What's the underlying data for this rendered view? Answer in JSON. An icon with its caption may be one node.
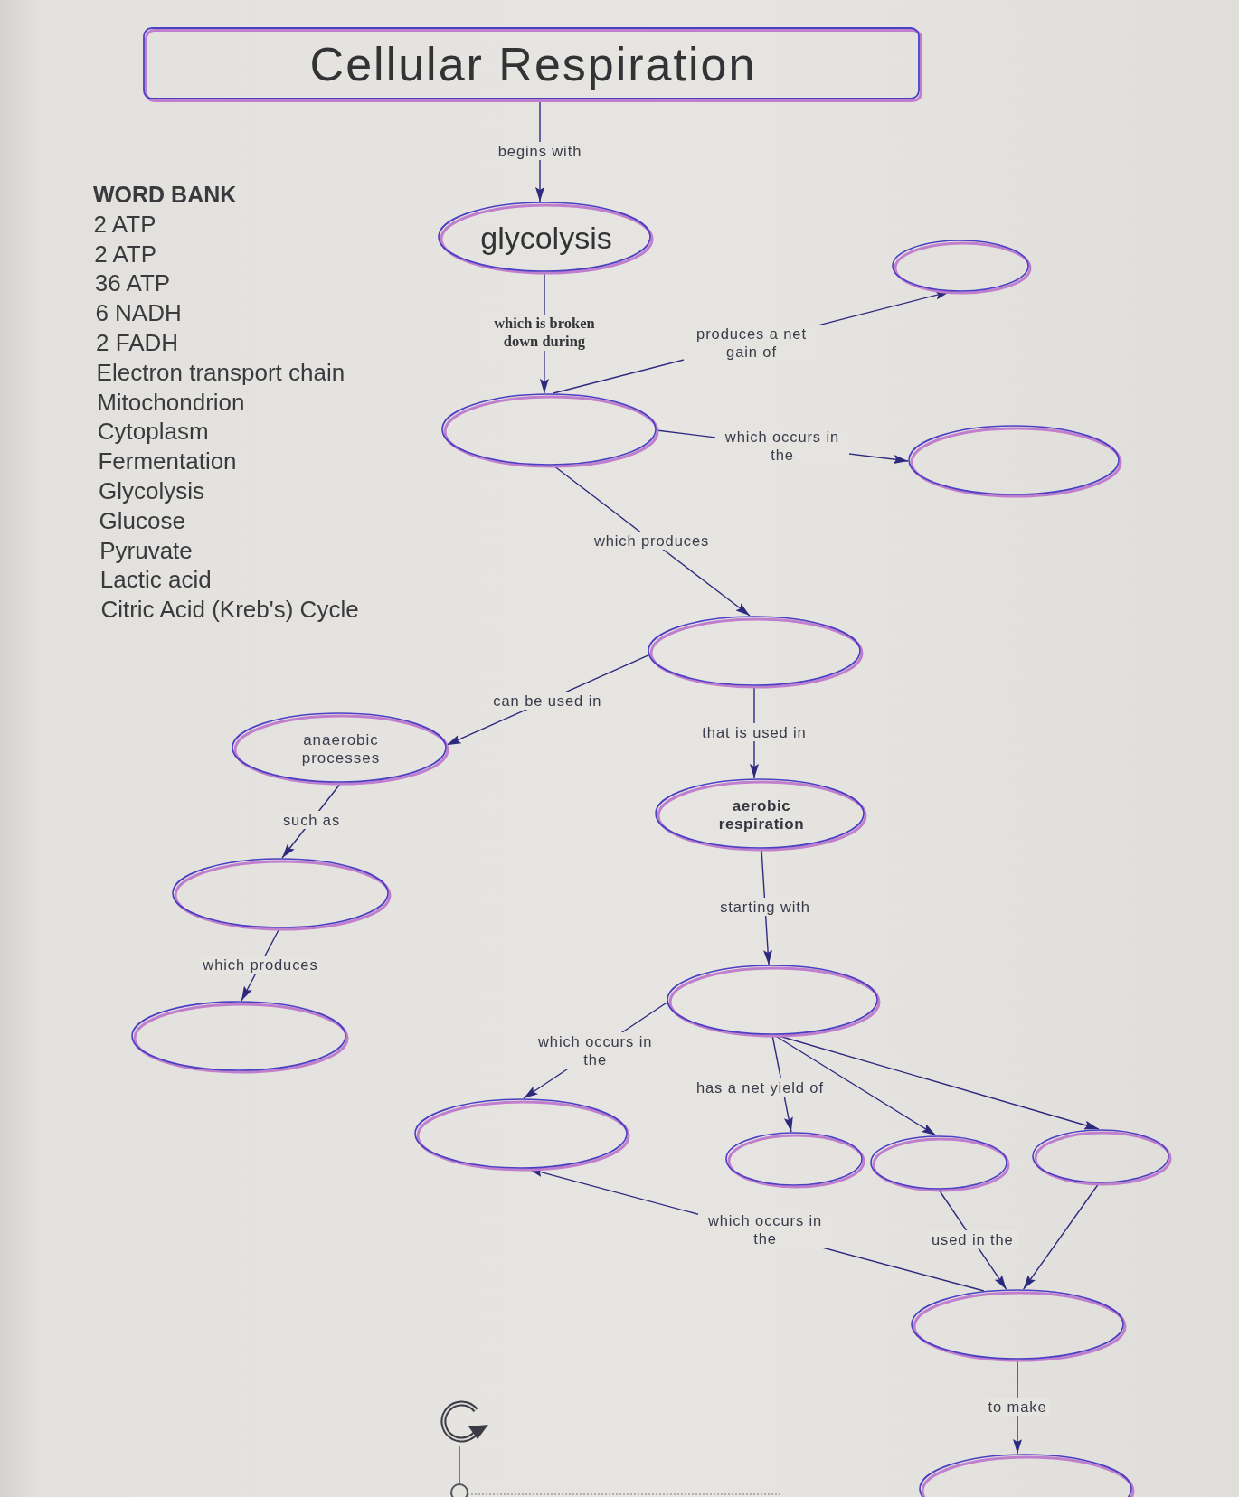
{
  "diagram": {
    "nodes": [
      {
        "text": [
          "Cellular Respiration"
        ]
      },
      {
        "text": [
          "glycolysis"
        ]
      },
      {
        "text": [],
        "shape": "ellipse"
      },
      {
        "text": [],
        "shape": "ellipse"
      },
      {
        "text": [],
        "shape": "ellipse"
      },
      {
        "text": [],
        "shape": "ellipse"
      },
      {
        "text": [
          "anaerobic processes"
        ]
      },
      {
        "text": [
          "aerobic respiration"
        ]
      },
      {
        "text": [],
        "shape": "ellipse"
      },
      {
        "text": [],
        "shape": "ellipse"
      },
      {
        "text": [],
        "shape": "ellipse"
      },
      {
        "text": [],
        "shape": "ellipse"
      },
      {
        "text": [],
        "shape": "ellipse"
      },
      {
        "text": [],
        "shape": "ellipse"
      },
      {
        "text": [],
        "shape": "ellipse"
      },
      {
        "text": [],
        "shape": "ellipse"
      },
      {
        "text": [],
        "shape": "ellipse"
      }
    ],
    "edges": [
      {
        "from": 0,
        "to": 1,
        "arrow": "to",
        "label": "begins with"
      },
      {
        "from": 1,
        "to": 3,
        "arrow": "to",
        "label": "which is broken down during"
      },
      {
        "from": 3,
        "to": 2,
        "arrow": "to",
        "label": "produces a net gain of"
      },
      {
        "from": 3,
        "to": 4,
        "arrow": "to",
        "label": "which occurs in the"
      },
      {
        "from": 3,
        "to": 5,
        "arrow": "to",
        "label": "which produces"
      },
      {
        "from": 5,
        "to": 6,
        "arrow": "to",
        "label": "can be used in"
      },
      {
        "from": 5,
        "to": 7,
        "arrow": "to",
        "label": "that is used in"
      },
      {
        "from": 6,
        "to": 8,
        "arrow": "to",
        "label": "such as"
      },
      {
        "from": 7,
        "to": 9,
        "arrow": "to",
        "label": "starting with"
      },
      {
        "from": 8,
        "to": 10,
        "arrow": "to",
        "label": "which produces"
      },
      {
        "from": 9,
        "to": 11,
        "arrow": "to",
        "label": "which occurs in the"
      },
      {
        "from": 9,
        "to": 12,
        "arrow": "to",
        "label": "has a net yield of"
      },
      {
        "from": 9,
        "to": 13,
        "arrow": "to"
      },
      {
        "from": 9,
        "to": 14,
        "arrow": "to"
      },
      {
        "from": 15,
        "to": 11,
        "arrow": "to",
        "label": "which occurs in the"
      },
      {
        "from": 13,
        "to": 15,
        "arrow": "to",
        "label": "used in the"
      },
      {
        "from": 14,
        "to": 15,
        "arrow": "to"
      },
      {
        "from": 15,
        "to": 16,
        "arrow": "to",
        "label": "to make"
      }
    ],
    "labels": [
      "WORD BANK",
      "2 ATP",
      "2 ATP",
      "36 ATP",
      "6 NADH",
      "2 FADH",
      "Electron transport chain",
      "Mitochondrion",
      "Cytoplasm",
      "Fermentation",
      "Glycolysis",
      "Glucose",
      "Pyruvate",
      "Lactic acid",
      "Citric Acid (Kreb's) Cycle"
    ]
  }
}
